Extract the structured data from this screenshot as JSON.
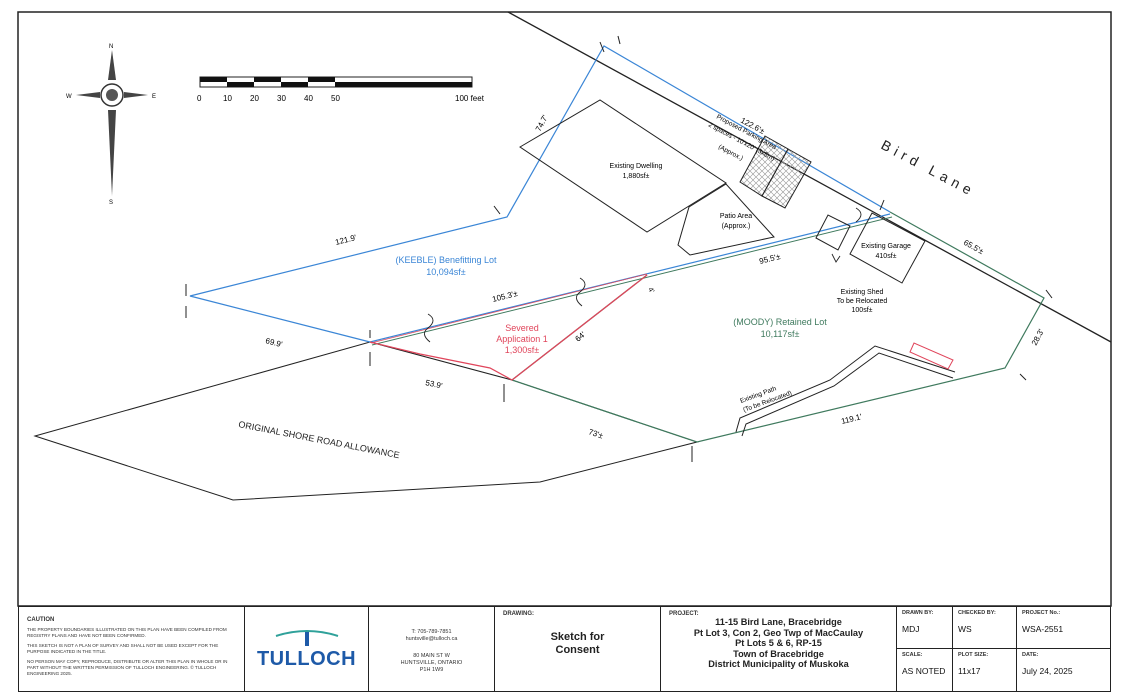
{
  "scale_bar": {
    "ticks": [
      "0",
      "10",
      "20",
      "30",
      "40",
      "50"
    ],
    "end_label": "100 feet"
  },
  "compass": {
    "n": "N",
    "s": "S",
    "e": "E",
    "w": "W"
  },
  "road_label": "Bird Lane",
  "shore_label": "ORIGINAL SHORE ROAD ALLOWANCE",
  "lots": {
    "keeble": {
      "name": "(KEEBLE) Benefitting Lot",
      "area": "10,094sf±",
      "color": "#3b86d6"
    },
    "moody": {
      "name": "(MOODY) Retained Lot",
      "area": "10,117sf±",
      "color": "#3f7a5e"
    },
    "severed": {
      "name": "Severed",
      "name2": "Application 1",
      "area": "1,300sf±",
      "color": "#e0455b"
    }
  },
  "features": {
    "dwelling": {
      "name": "Existing Dwelling",
      "area": "1,880sf±"
    },
    "patio": {
      "name": "Patio Area",
      "note": "(Approx.)"
    },
    "parking": {
      "line1": "Proposed Parking Area",
      "line2": "2 spaces - 10'x20' (3x6m)",
      "line3": "(Approx.)"
    },
    "garage": {
      "name": "Existing Garage",
      "area": "410sf±"
    },
    "shed": {
      "line1": "Existing Shed",
      "line2": "To be Relocated",
      "area": "100sf±"
    },
    "path": {
      "line1": "Existing Path",
      "line2": "(To be Relocated)"
    }
  },
  "dimensions": {
    "d_74_7": "74.7'",
    "d_122_6": "122.6'±",
    "d_121_9": "121.9'",
    "d_105_3": "105.3'±",
    "d_95_5": "95.5'±",
    "d_65_5": "65.5'±",
    "d_69_9": "69.9'",
    "d_64": "64'",
    "d_53_9": "53.9'",
    "d_73": "73'±",
    "d_119_1": "119.1'",
    "d_28_3": "28.3'",
    "d_4": "4'"
  },
  "title_block": {
    "caption_heading": "CAUTION",
    "caption_p1": "THE PROPERTY BOUNDARIES ILLUSTRATED ON THIS PLAN HAVE BEEN COMPILED FROM REGISTRY PLANS AND HAVE NOT BEEN CONFIRMED.",
    "caption_p2": "THIS SKETCH IS NOT A PLAN OF SURVEY AND SHALL NOT BE USED EXCEPT FOR THE PURPOSE INDICATED IN THE TITLE.",
    "caption_p3": "NO PERSON MAY COPY, REPRODUCE, DISTRIBUTE OR ALTER THIS PLAN IN WHOLE OR IN PART WITHOUT THE WRITTEN PERMISSION OF TULLOCH ENGINEERING. © TULLOCH ENGINEERING 2025.",
    "logo": "TULLOCH",
    "phone": "T: 705-789-7851",
    "email": "huntsville@tulloch.ca",
    "address1": "80 MAIN ST W",
    "address2": "HUNTSVILLE, ONTARIO",
    "postal": "P1H 1W9",
    "drawing_label": "DRAWING:",
    "drawing_title1": "Sketch for",
    "drawing_title2": "Consent",
    "project_label": "PROJECT:",
    "project_line1": "11-15 Bird Lane, Bracebridge",
    "project_line2": "Pt Lot 3, Con 2, Geo Twp of MacCaulay",
    "project_line3": "Pt Lots 5 & 6, RP-15",
    "project_line4": "Town of Bracebridge",
    "project_line5": "District Municipality of Muskoka",
    "drawn_by_label": "DRAWN BY:",
    "drawn_by": "MDJ",
    "checked_by_label": "CHECKED BY:",
    "checked_by": "WS",
    "project_no_label": "PROJECT No.:",
    "project_no": "WSA-2551",
    "scale_label": "SCALE:",
    "scale": "AS NOTED",
    "plot_size_label": "PLOT SIZE:",
    "plot_size": "11x17",
    "date_label": "DATE:",
    "date": "July 24, 2025"
  }
}
